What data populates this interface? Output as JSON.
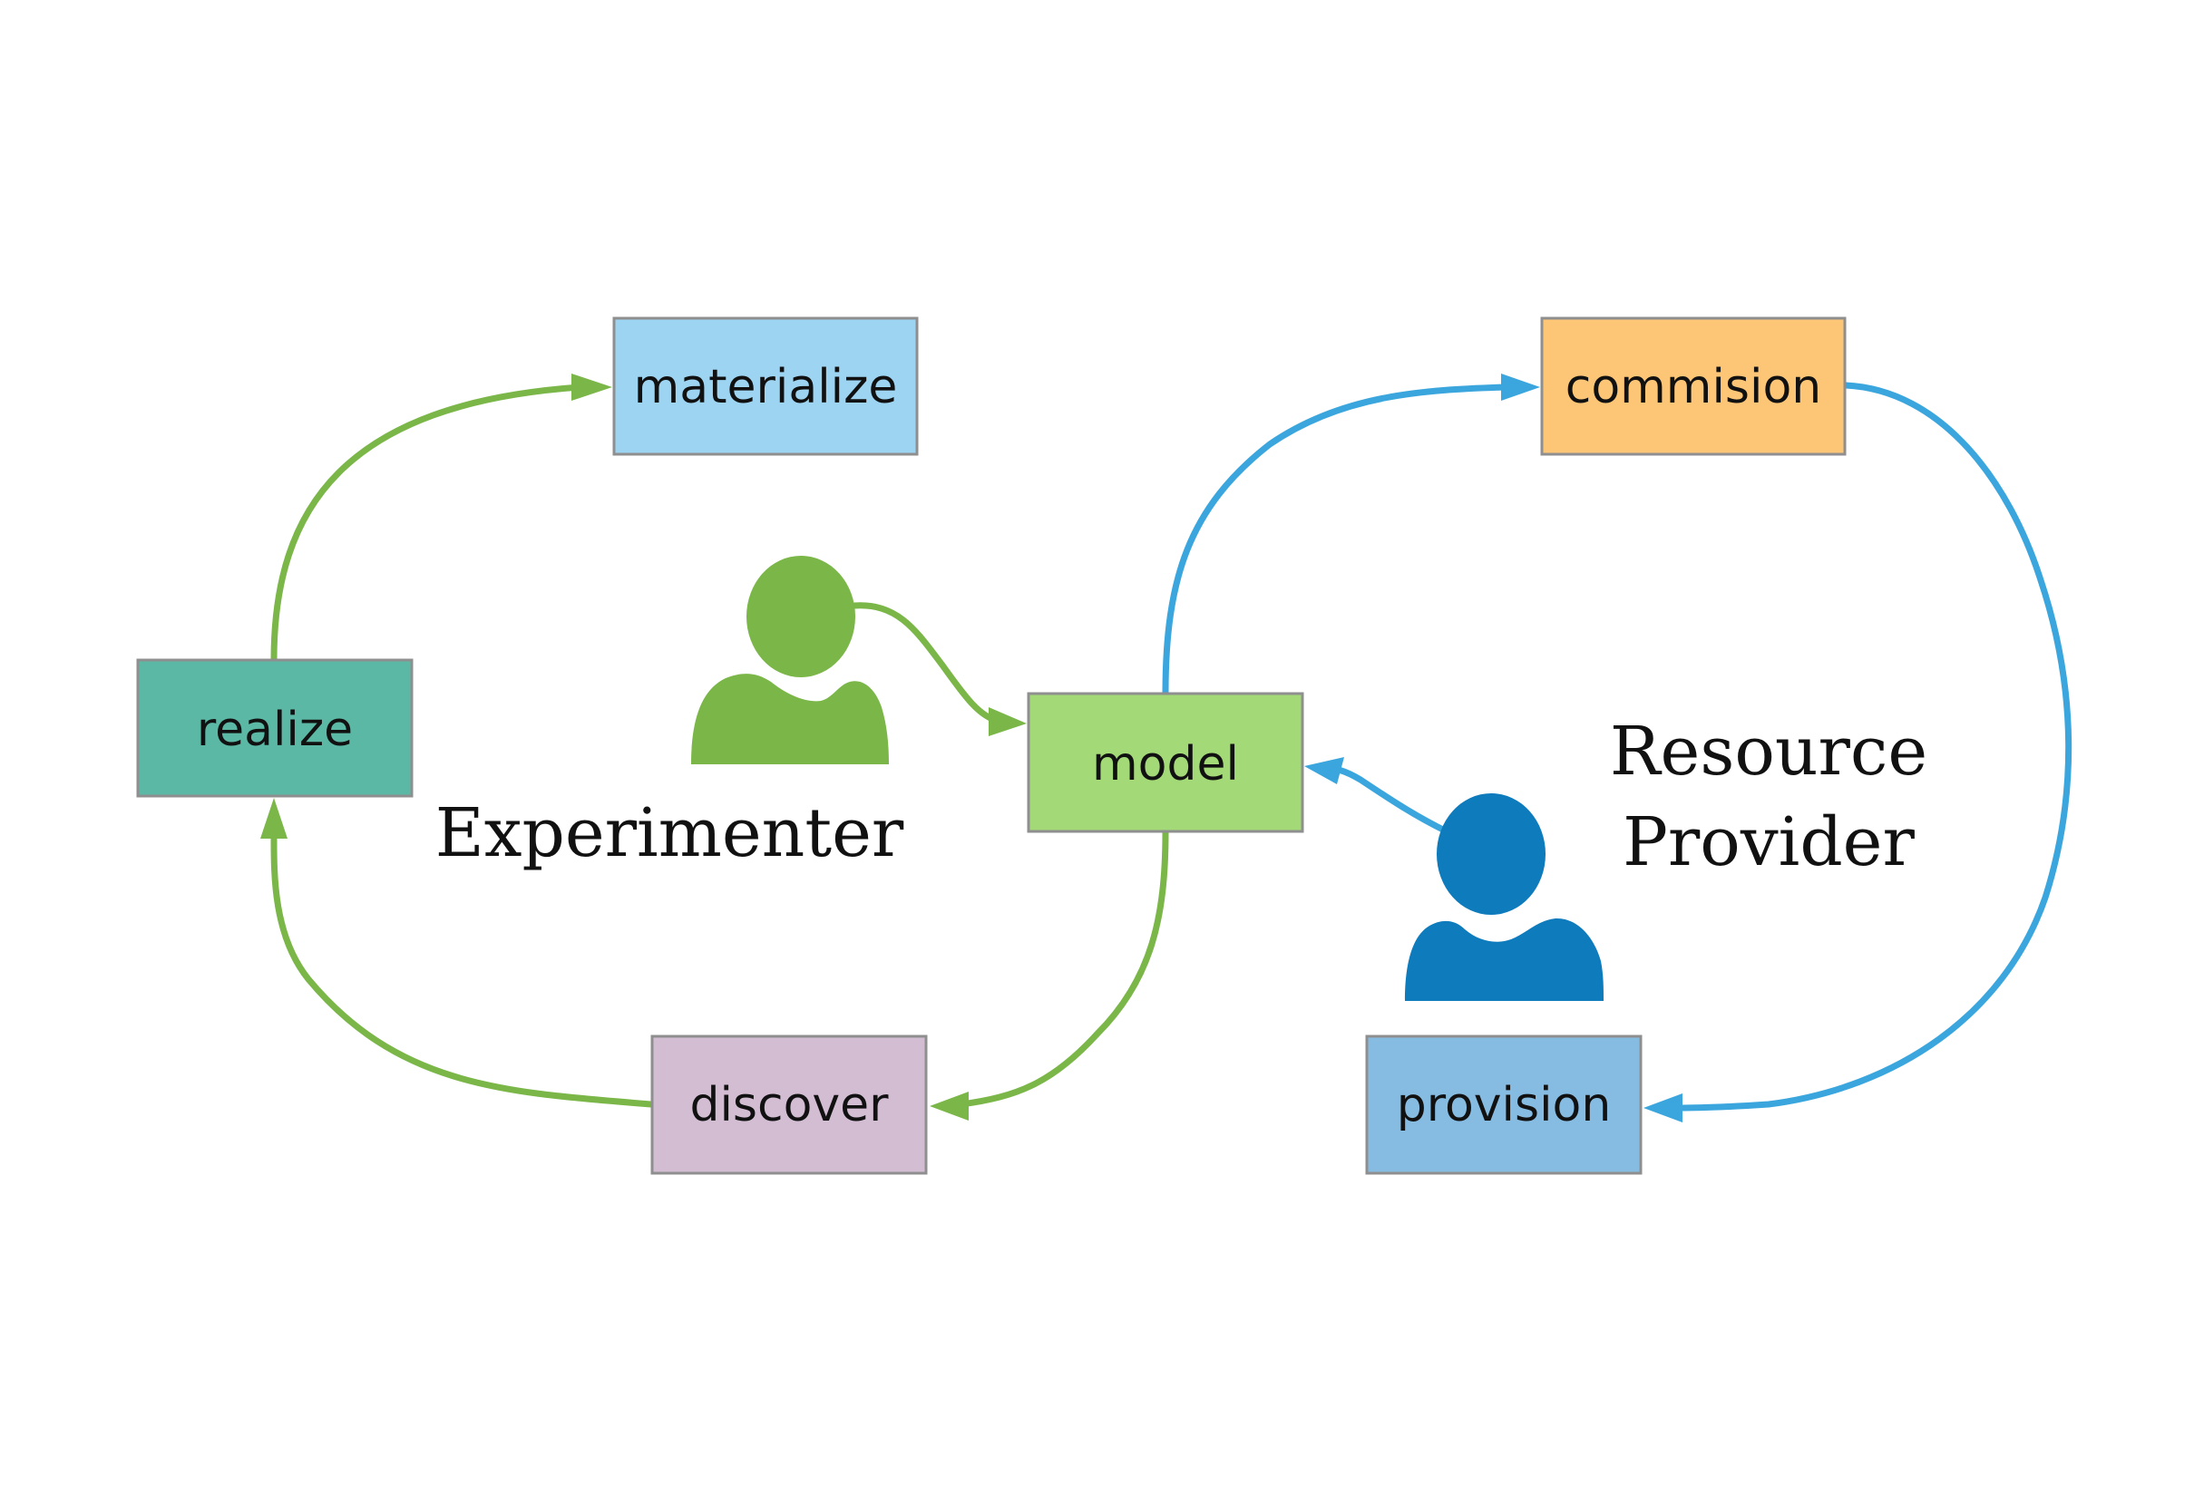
{
  "colors": {
    "experimenter_flow": "#7ab648",
    "provider_flow": "#3aa6dd",
    "experimenter_person": "#7ab648",
    "provider_person": "#0e7bbd",
    "box_border": "#8f8f8f"
  },
  "nodes": {
    "materialize": {
      "label": "materialize",
      "color": "#9dd4f2"
    },
    "realize": {
      "label": "realize",
      "color": "#5bb8a5"
    },
    "model": {
      "label": "model",
      "color": "#a3d977"
    },
    "discover": {
      "label": "discover",
      "color": "#d2bdd3"
    },
    "commision": {
      "label": "commision",
      "color": "#fdc676"
    },
    "provision": {
      "label": "provision",
      "color": "#87bce2"
    }
  },
  "actors": {
    "experimenter": {
      "label": "Experimenter",
      "icon": "person-icon"
    },
    "resource_provider": {
      "line1": "Resource",
      "line2": "Provider",
      "icon": "person-icon"
    }
  }
}
